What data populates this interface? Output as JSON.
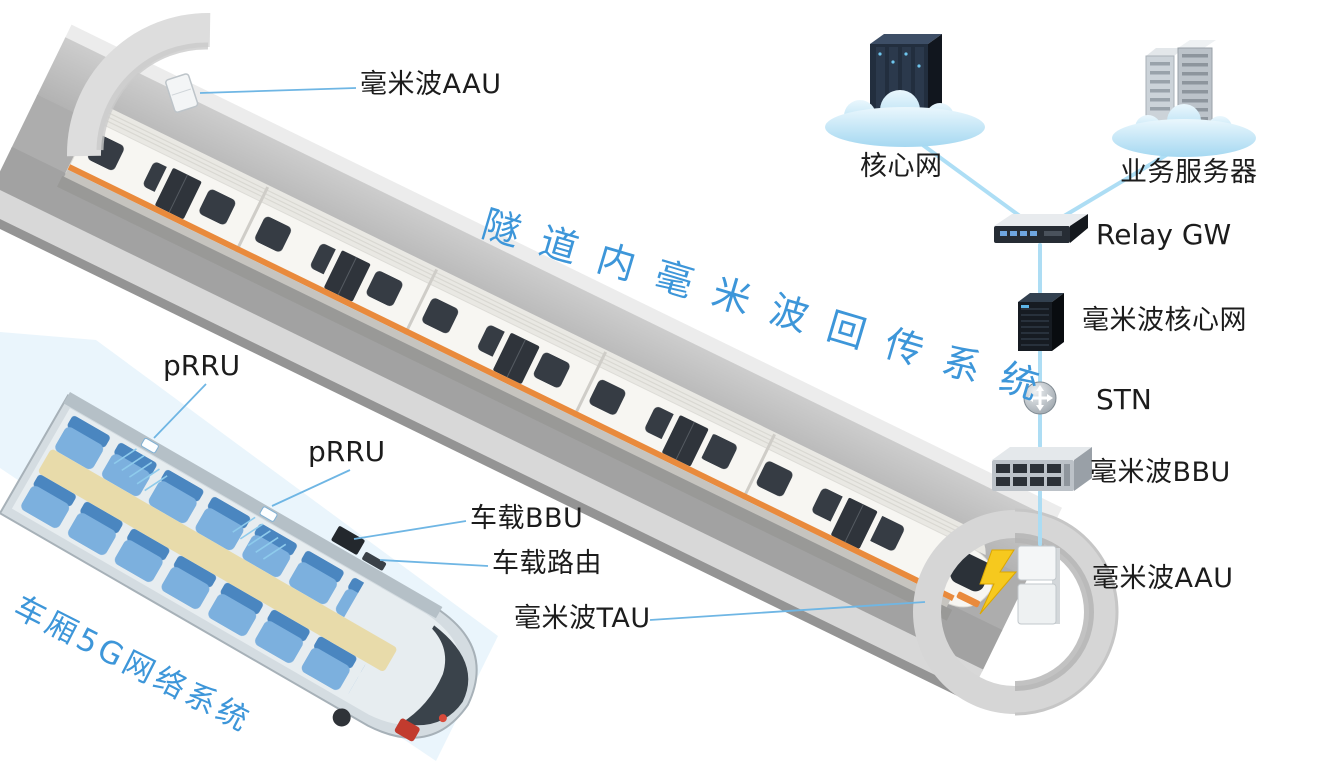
{
  "diagram": {
    "tunnel_section": {
      "aau_label": "毫米波AAU",
      "title": "隧道内毫米波回传系统"
    },
    "car_section": {
      "title": "车厢5G网络系统",
      "prru_label_1": "pRRU",
      "prru_label_2": "pRRU",
      "onboard_bbu_label": "车载BBU",
      "onboard_router_label": "车载路由",
      "mmwave_tau_label": "毫米波TAU"
    },
    "network_chain": {
      "core_network_label": "核心网",
      "service_server_label": "业务服务器",
      "relay_gw_label": "Relay GW",
      "mmwave_core_label": "毫米波核心网",
      "stn_label": "STN",
      "mmwave_bbu_label": "毫米波BBU",
      "mmwave_aau_label": "毫米波AAU"
    },
    "colors": {
      "title_blue": "#3D96D9",
      "link_blue": "#A9DCF4",
      "label_color": "#1C1C1C",
      "train_stripe_orange": "#E98A3C",
      "lightning_yellow": "#F6C91E"
    }
  }
}
